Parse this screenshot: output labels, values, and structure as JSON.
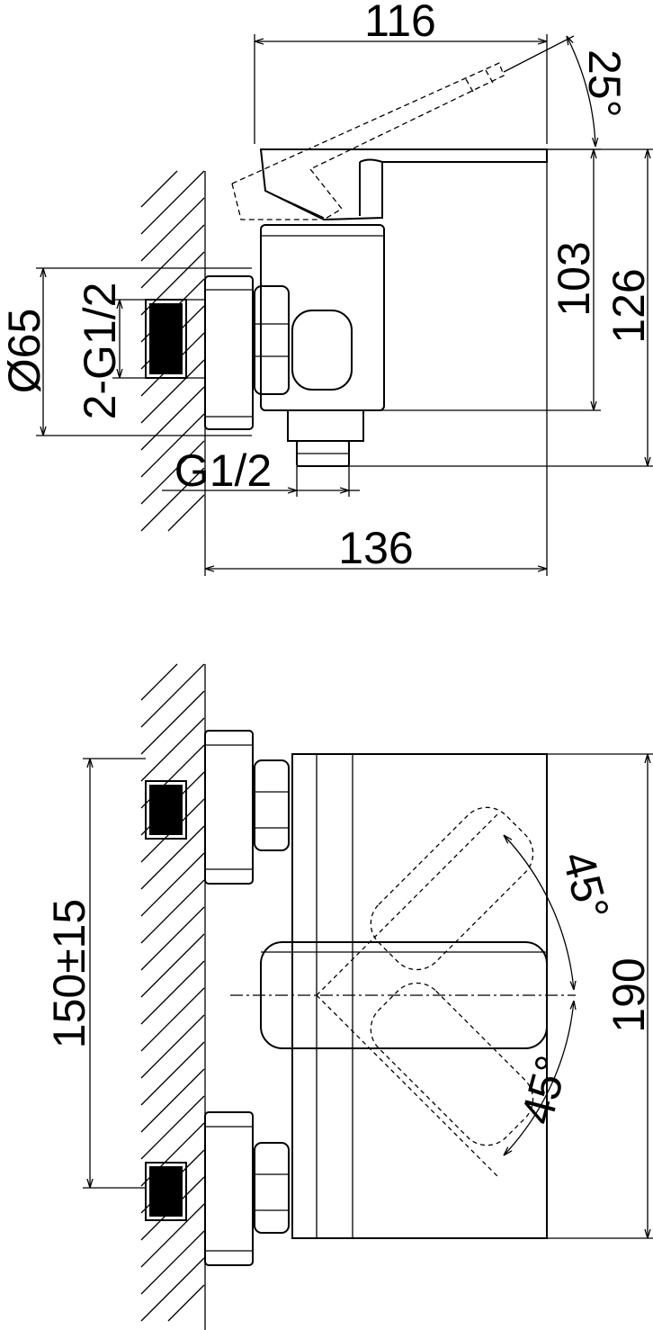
{
  "side_view": {
    "dim_top_width": "116",
    "dim_lever_angle": "25°",
    "dim_inner_height": "103",
    "dim_outer_height": "126",
    "dim_flange_diameter": "Ø65",
    "dim_inlet_thread": "2-G1/2",
    "dim_outlet_thread": "G1/2",
    "dim_bottom_width": "136"
  },
  "front_view": {
    "dim_center_distance": "150±15",
    "dim_angle_upper": "45°",
    "dim_angle_lower": "45°",
    "dim_total_width": "190"
  }
}
